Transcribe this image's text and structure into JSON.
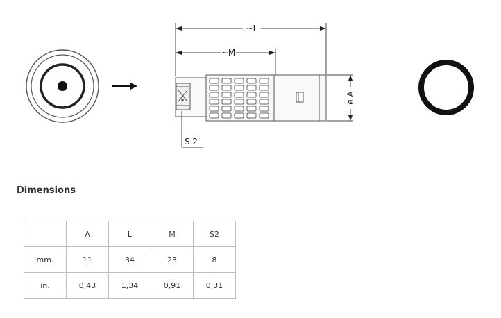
{
  "drawing": {
    "dimension_labels": {
      "overall_length": "~L",
      "mid_length": "~M",
      "diameter": "ø A",
      "hex_size": "S 2"
    },
    "arrow_glyph": "→"
  },
  "dimensions": {
    "heading": "Dimensions",
    "columns": [
      "",
      "A",
      "L",
      "M",
      "S2"
    ],
    "rows": [
      {
        "unit": "mm.",
        "values": [
          "11",
          "34",
          "23",
          "8"
        ]
      },
      {
        "unit": "in.",
        "values": [
          "0,43",
          "1,34",
          "0,91",
          "0,31"
        ]
      }
    ]
  }
}
